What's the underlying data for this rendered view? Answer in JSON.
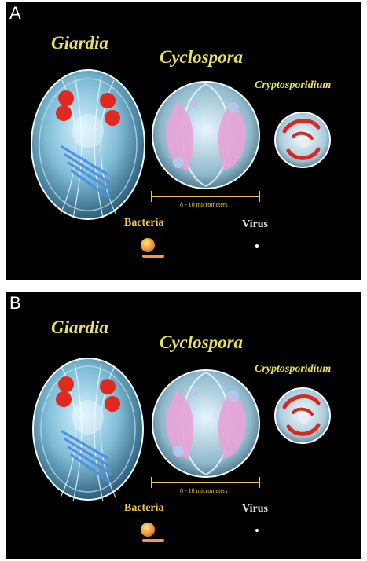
{
  "panels": [
    {
      "letter": "A",
      "titles": {
        "giardia": "Giardia",
        "cyclospora": "Cyclospora",
        "cryptosporidium": "Cryptosporidium"
      },
      "scale_label": "8 - 10 micrometers",
      "bacteria_label": "Bacteria",
      "virus_label": "Virus"
    },
    {
      "letter": "B",
      "titles": {
        "giardia": "Giardia",
        "cyclospora": "Cyclospora",
        "cryptosporidium": "Cryptosporidium"
      },
      "scale_label": "8 - 10 micrometers",
      "bacteria_label": "Bacteria",
      "virus_label": "Virus"
    }
  ],
  "colors": {
    "background": "#000000",
    "title": "#e8e060",
    "label": "#f0c24a",
    "nucleus": "#e02a20",
    "sporocyst": "#e7a3d6"
  }
}
